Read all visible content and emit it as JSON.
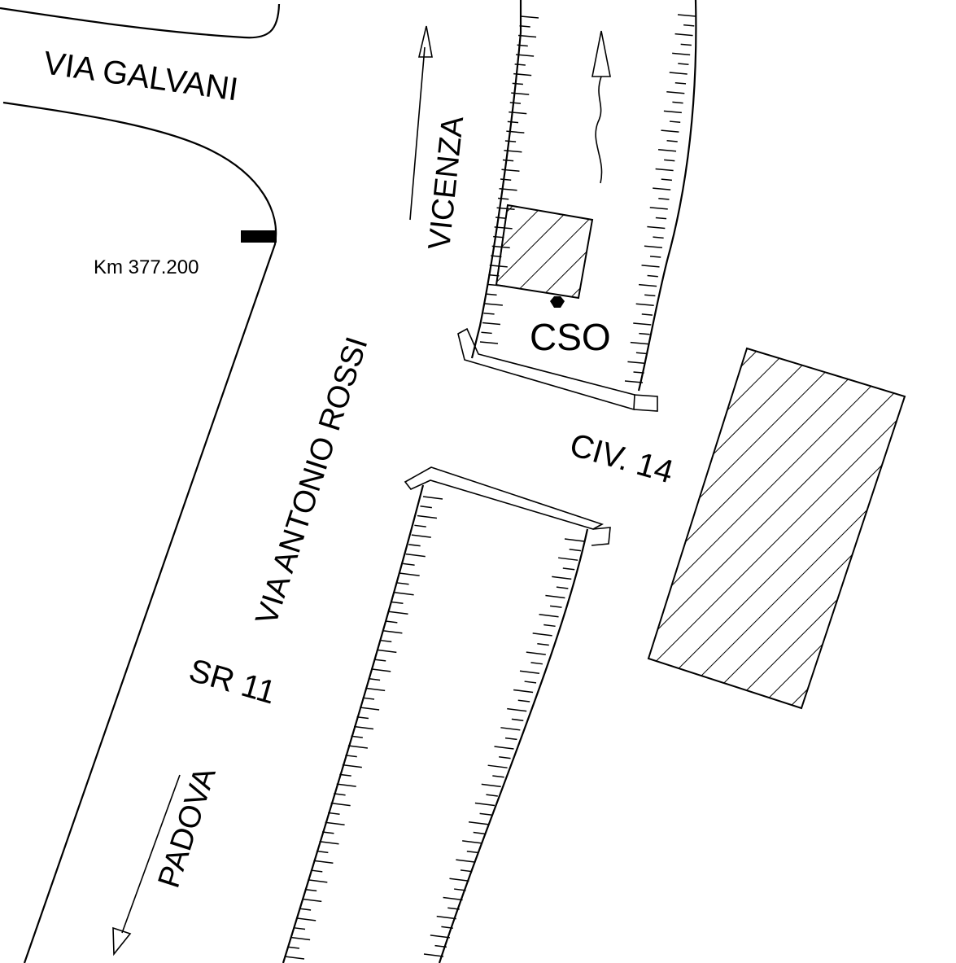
{
  "map": {
    "labels": {
      "via_galvani": "VIA GALVANI",
      "vicenza": "VICENZA",
      "km_marker": "Km 377.200",
      "via_antonio_rossi": "VIA ANTONIO ROSSI",
      "cso": "CSO",
      "civ": "CIV. 14",
      "sr": "SR 11",
      "padova": "PADOVA"
    },
    "colors": {
      "ink": "#000000",
      "background": "#ffffff"
    }
  }
}
